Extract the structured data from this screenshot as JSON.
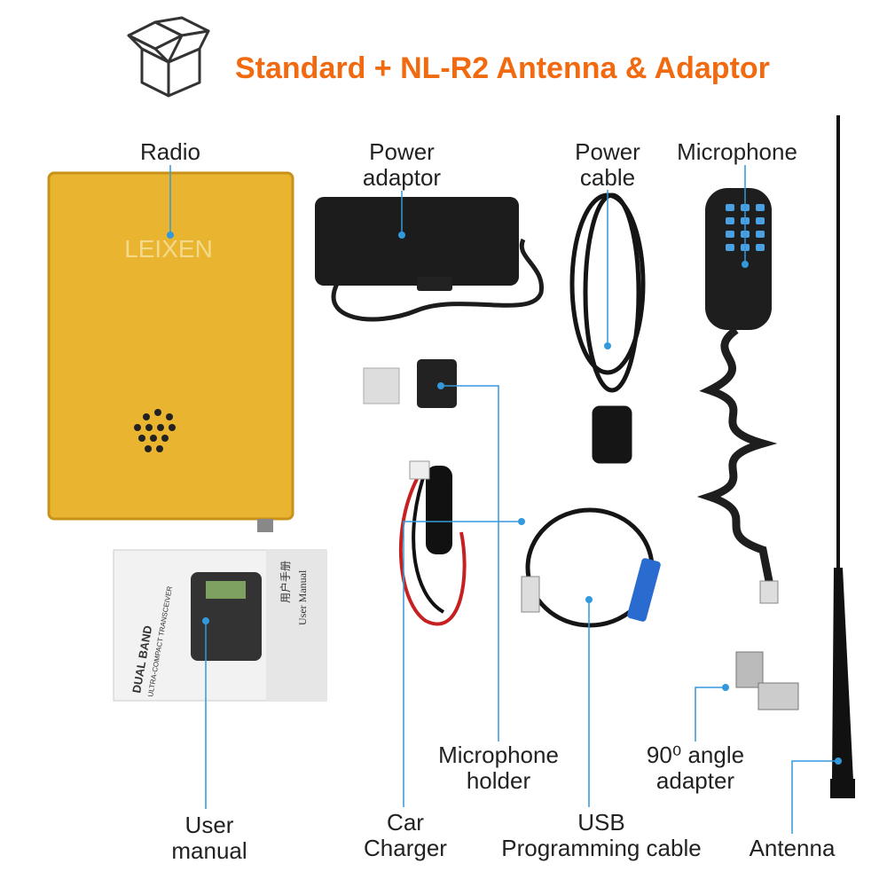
{
  "title": "Standard + NL-R2 Antenna & Adaptor",
  "colors": {
    "title": "#f26a10",
    "leader": "#3399dd",
    "radio": "#e9b530"
  },
  "radio_brand": "LEIXEN",
  "manual_text": {
    "band": "DUAL BAND",
    "sub": "ULTRA-COMPACT TRANSCEIVER",
    "title": "User Manual",
    "cn": "用户手册"
  },
  "labels": {
    "radio": "Radio",
    "power_adaptor": [
      "Power",
      "adaptor"
    ],
    "power_cable": [
      "Power",
      "cable"
    ],
    "microphone": "Microphone",
    "microphone_holder": [
      "Microphone",
      "holder"
    ],
    "car_charger": [
      "Car",
      "Charger"
    ],
    "usb_cable": [
      "USB",
      "Programming cable"
    ],
    "user_manual": [
      "User",
      "manual"
    ],
    "angle_adapter": [
      "90⁰ angle",
      "adapter"
    ],
    "antenna": "Antenna"
  }
}
